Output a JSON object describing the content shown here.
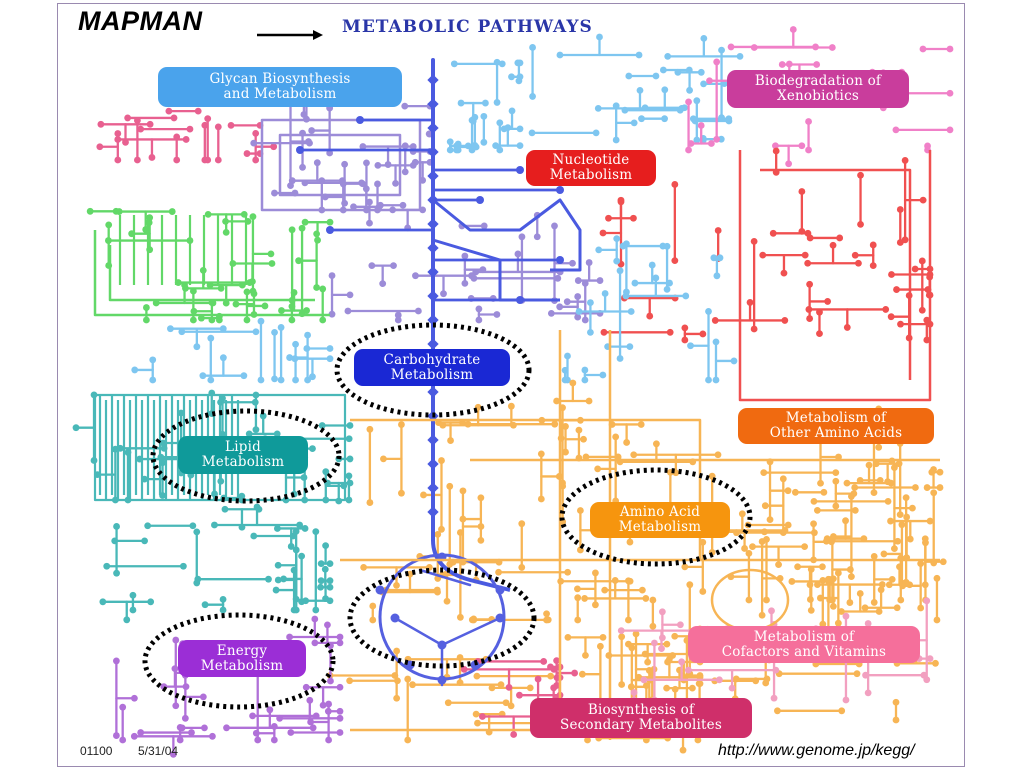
{
  "header": {
    "mapman_label": "MAPMAN",
    "title": "METABOLIC PATHWAYS"
  },
  "footer": {
    "map_code": "01100",
    "map_date": "5/31/04",
    "source_url": "http://www.genome.jp/kegg/"
  },
  "categories": [
    {
      "id": "glycan",
      "lines": [
        "Glycan Biosynthesis",
        "and Metabolism"
      ],
      "color": "#4aa3ec",
      "highlighted": false
    },
    {
      "id": "xenobiotics",
      "lines": [
        "Biodegradation of",
        "Xenobiotics"
      ],
      "color": "#c93d9c",
      "highlighted": false
    },
    {
      "id": "nucleotide",
      "lines": [
        "Nucleotide",
        "Metabolism"
      ],
      "color": "#e61e1e",
      "highlighted": false
    },
    {
      "id": "carbohydrate",
      "lines": [
        "Carbohydrate",
        "Metabolism"
      ],
      "color": "#1a28d4",
      "highlighted": true
    },
    {
      "id": "lipid",
      "lines": [
        "Lipid",
        "Metabolism"
      ],
      "color": "#0f9a9a",
      "highlighted": true
    },
    {
      "id": "other-amino-acids",
      "lines": [
        "Metabolism of",
        "Other Amino Acids"
      ],
      "color": "#f06a10",
      "highlighted": false
    },
    {
      "id": "amino-acid",
      "lines": [
        "Amino Acid",
        "Metabolism"
      ],
      "color": "#f6950e",
      "highlighted": true
    },
    {
      "id": "energy",
      "lines": [
        "Energy",
        "Metabolism"
      ],
      "color": "#9b2ed6",
      "highlighted": true
    },
    {
      "id": "cofactors",
      "lines": [
        "Metabolism of",
        "Cofactors and Vitamins"
      ],
      "color": "#f56f9b",
      "highlighted": false
    },
    {
      "id": "secondary",
      "lines": [
        "Biosynthesis of",
        "Secondary Metabolites"
      ],
      "color": "#cf2f6a",
      "highlighted": false
    }
  ],
  "network_colors": {
    "carbohydrate": "#4a5ae0",
    "glycan": "#6aaee8",
    "lipid": "#49b8b8",
    "nucleotide": "#f05050",
    "amino_acid": "#f7b555",
    "energy": "#b070d8",
    "cofactors": "#f2a0c0",
    "xenobiotics": "#f080c8",
    "secondary": "#e86090",
    "green": "#62d868",
    "light_blue": "#7ec6f0",
    "purple": "#9c8cd8"
  }
}
